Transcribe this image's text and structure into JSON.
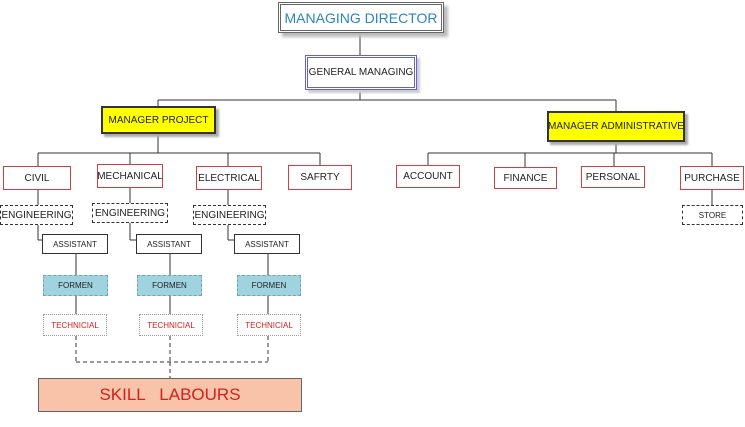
{
  "top": {
    "managing_director": "MANAGING DIRECTOR",
    "general_managing": "GENERAL MANAGING"
  },
  "managers": {
    "project": "MANAGER PROJECT",
    "administrative": "MANAGER ADMINISTRATIVE"
  },
  "project_depts": {
    "civil": "CIVIL",
    "mechanical": "MECHANICAL",
    "electrical": "ELECTRICAL",
    "safety": "SAFRTY"
  },
  "admin_depts": {
    "account": "ACCOUNT",
    "finance": "FINANCE",
    "personal": "PERSONAL",
    "purchase": "PURCHASE",
    "store": "STORE"
  },
  "roles": {
    "engineering": "ENGINEERING",
    "assistant": "ASSISTANT",
    "formen": "FORMEN",
    "technicial": "TECHNICIAL"
  },
  "bottom": {
    "skill_labours": "SKILL   LABOURS"
  }
}
